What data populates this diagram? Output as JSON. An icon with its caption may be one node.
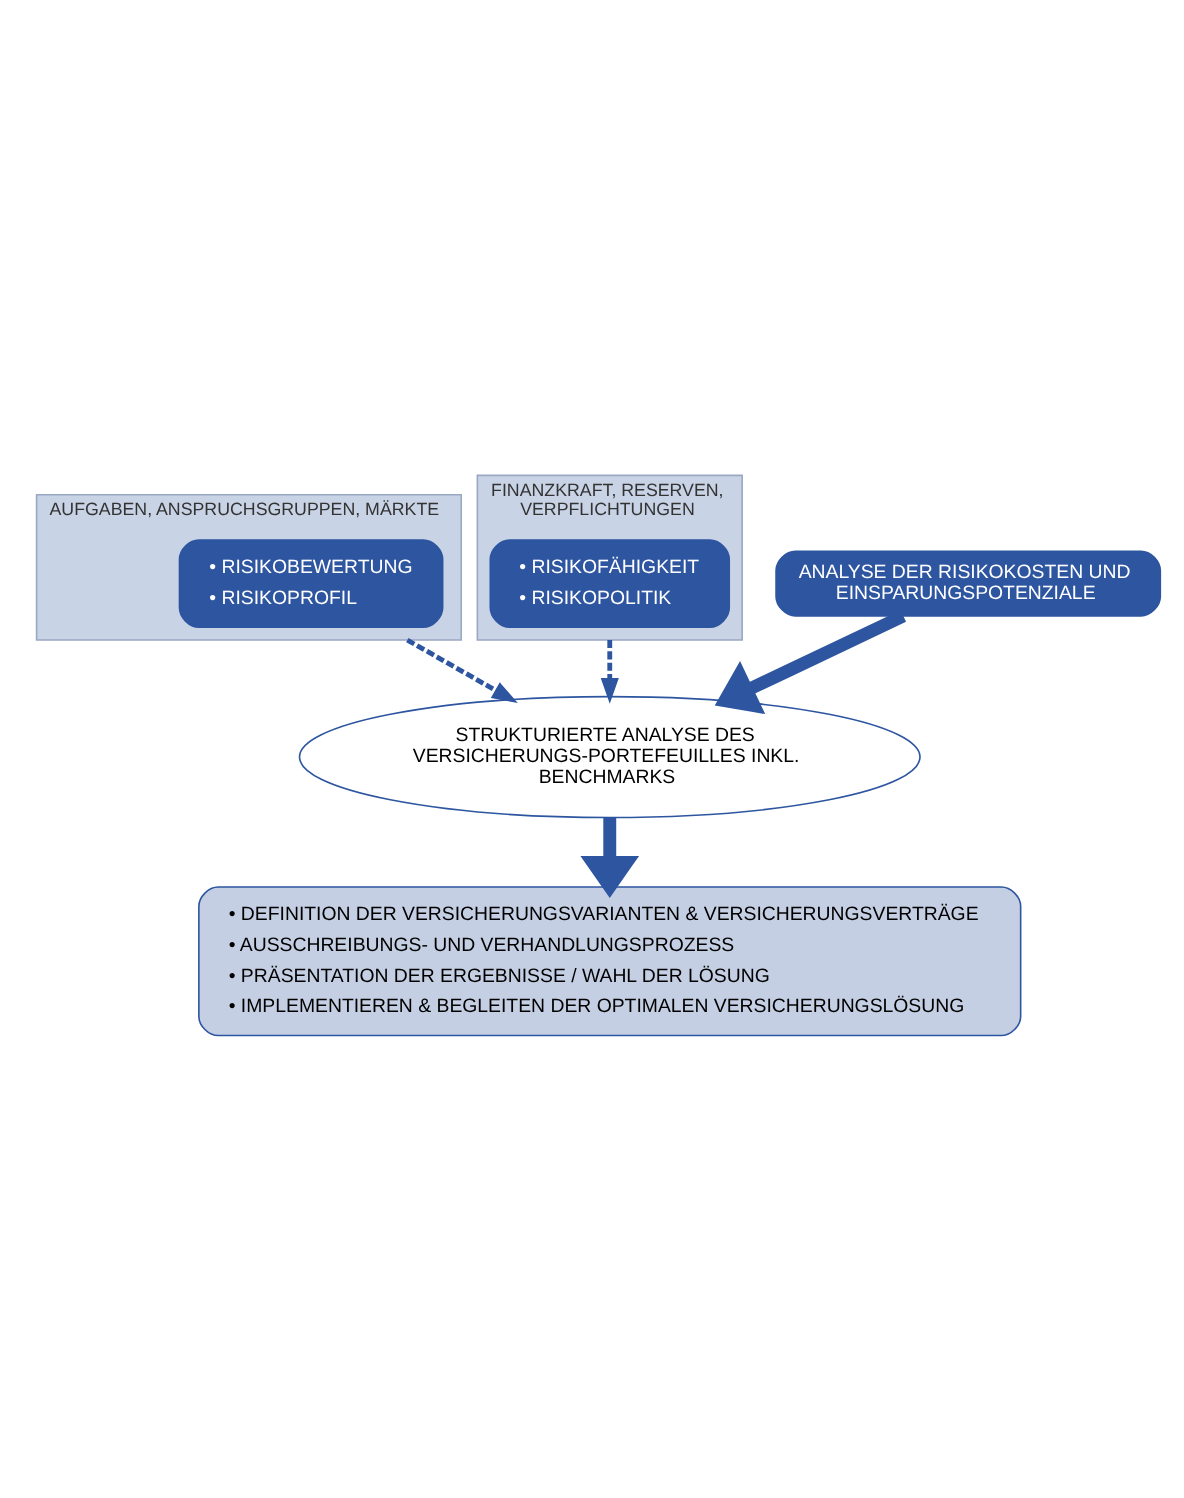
{
  "diagram": {
    "nodes": [
      {
        "text": [
          "AUFGABEN, ANSPRUCHSGRUPPEN, MÄRKTE"
        ]
      },
      {
        "text": [
          "• RISIKOBEWERTUNG",
          "• RISIKOPROFIL"
        ],
        "in": 0
      },
      {
        "text": [
          "FINANZKRAFT, RESERVEN, VERPFLICHTUNGEN"
        ]
      },
      {
        "text": [
          "• RISIKOFÄHIGKEIT",
          "• RISIKOPOLITIK"
        ],
        "in": 2
      },
      {
        "text": [
          "ANALYSE DER RISIKOKOSTEN UND EINSPARUNGSPOTENZIALE"
        ]
      },
      {
        "text": [
          "STRUKTURIERTE ANALYSE DES VERSICHERUNGS-PORTEFEUILLES INKL. BENCHMARKS"
        ]
      },
      {
        "text": [
          "• DEFINITION DER VERSICHERUNGSVARIANTEN & VERSICHERUNGSVERTRÄGE",
          "• AUSSCHREIBUNGS- UND VERHANDLUNGSPROZESS",
          "• PRÄSENTATION DER ERGEBNISSE / WAHL DER LÖSUNG",
          "• IMPLEMENTIEREN & BEGLEITEN DER OPTIMALEN VERSICHERUNGSLÖSUNG"
        ]
      }
    ],
    "edges": [
      {
        "from": 0,
        "to": 5,
        "arrow": "to",
        "style": "dashed"
      },
      {
        "from": 2,
        "to": 5,
        "arrow": "to",
        "style": "dashed"
      },
      {
        "from": 4,
        "to": 5,
        "arrow": "to",
        "style": "thick"
      },
      {
        "from": 5,
        "to": 6,
        "arrow": "to",
        "style": "thick"
      }
    ]
  }
}
